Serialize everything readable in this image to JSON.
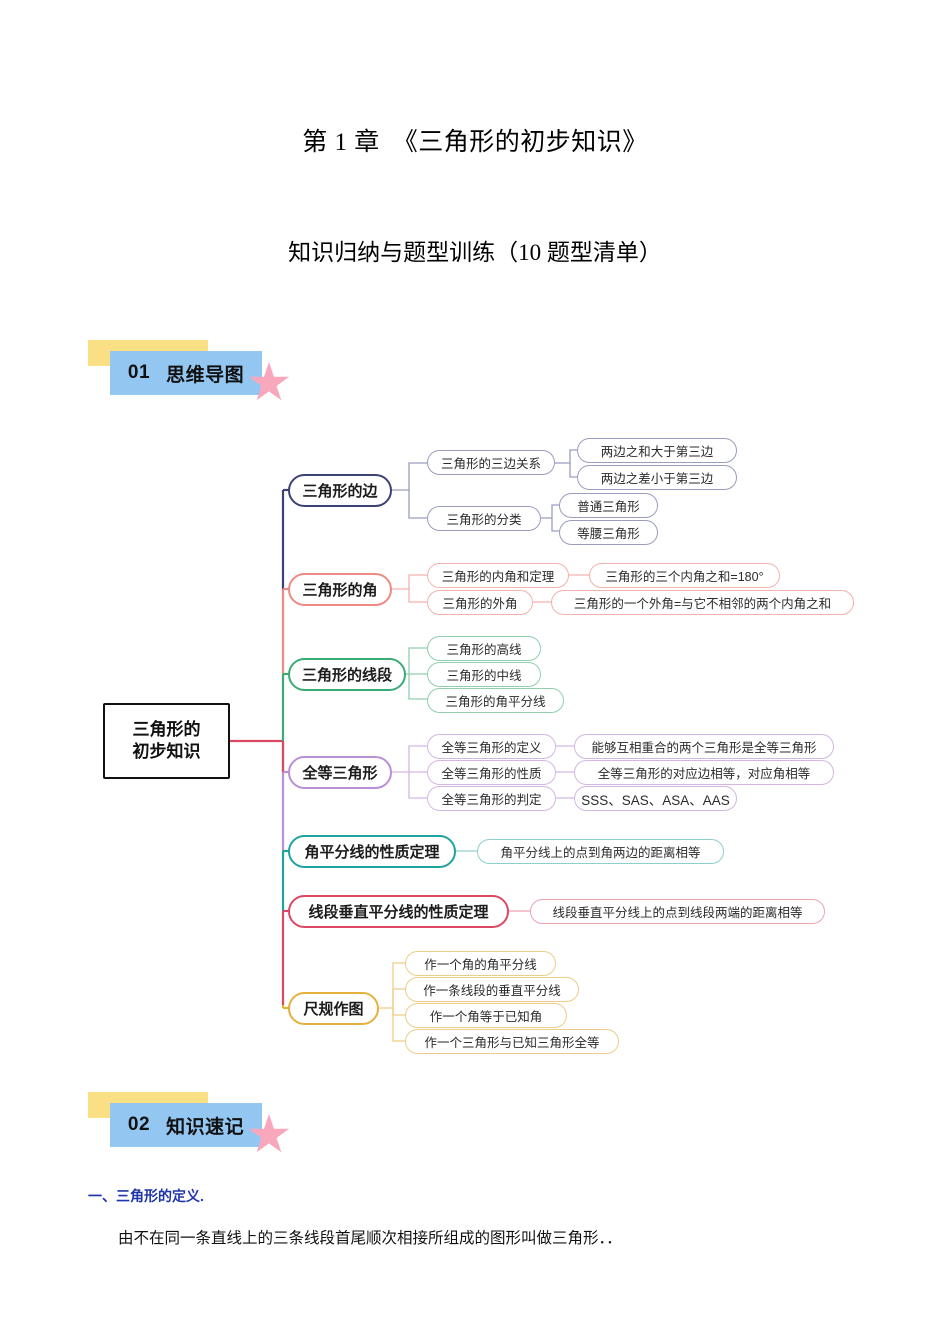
{
  "document": {
    "title": "第 1 章　《三角形的初步知识》",
    "subtitle": "知识归纳与题型训练（10 题型清单）"
  },
  "sections": [
    {
      "number": "01",
      "label": "思维导图"
    },
    {
      "number": "02",
      "label": "知识速记"
    }
  ],
  "knowledge": {
    "heading": "一、三角形的定义.",
    "body": "由不在同一条直线上的三条线段首尾顺次相接所组成的图形叫做三角形．．"
  },
  "colors": {
    "badge_yellow": "#fbdf85",
    "badge_blue": "#93c7f2",
    "star_pink": "#f9a7bd",
    "heading_blue": "#2036a8",
    "branch_bian": "#3d4276",
    "branch_jiao": "#f08a84",
    "branch_xianduan": "#3aab76",
    "branch_quandeng": "#bb8fd6",
    "branch_jiaopingfen": "#1fa3a0",
    "branch_chuizhi": "#dc4864",
    "branch_chigui": "#e4b13c"
  },
  "mindmap": {
    "root": {
      "line1": "三角形的",
      "line2": "初步知识"
    },
    "branches": [
      {
        "label": "三角形的边",
        "color": "#3d4276",
        "tint": "#9a9dc0",
        "children": [
          {
            "label": "三角形的三边关系",
            "grandchildren": [
              "两边之和大于第三边",
              "两边之差小于第三边"
            ]
          },
          {
            "label": "三角形的分类",
            "grandchildren": [
              "普通三角形",
              "等腰三角形"
            ]
          }
        ]
      },
      {
        "label": "三角形的角",
        "color": "#f08a84",
        "tint": "#f3b2ad",
        "children": [
          {
            "label": "三角形的内角和定理",
            "grandchildren": [
              "三角形的三个内角之和=180°"
            ]
          },
          {
            "label": "三角形的外角",
            "grandchildren": [
              "三角形的一个外角=与它不相邻的两个内角之和"
            ]
          }
        ]
      },
      {
        "label": "三角形的线段",
        "color": "#3aab76",
        "tint": "#8fcfae",
        "children": [
          {
            "label": "三角形的高线",
            "grandchildren": []
          },
          {
            "label": "三角形的中线",
            "grandchildren": []
          },
          {
            "label": "三角形的角平分线",
            "grandchildren": []
          }
        ]
      },
      {
        "label": "全等三角形",
        "color": "#bb8fd6",
        "tint": "#d4b6e4",
        "children": [
          {
            "label": "全等三角形的定义",
            "grandchildren": [
              "能够互相重合的两个三角形是全等三角形"
            ]
          },
          {
            "label": "全等三角形的性质",
            "grandchildren": [
              "全等三角形的对应边相等，对应角相等"
            ]
          },
          {
            "label": "全等三角形的判定",
            "grandchildren": [
              "SSS、SAS、ASA、AAS"
            ]
          }
        ]
      },
      {
        "label": "角平分线的性质定理",
        "color": "#1fa3a0",
        "tint": "#8ecfcd",
        "children": [
          {
            "label": "角平分线上的点到角两边的距离相等",
            "grandchildren": []
          }
        ]
      },
      {
        "label": "线段垂直平分线的性质定理",
        "color": "#dc4864",
        "tint": "#eda2b0",
        "children": [
          {
            "label": "线段垂直平分线上的点到线段两端的距离相等",
            "grandchildren": []
          }
        ]
      },
      {
        "label": "尺规作图",
        "color": "#e4b13c",
        "tint": "#edcd88",
        "children": [
          {
            "label": "作一个角的角平分线",
            "grandchildren": []
          },
          {
            "label": "作一条线段的垂直平分线",
            "grandchildren": []
          },
          {
            "label": "作一个角等于已知角",
            "grandchildren": []
          },
          {
            "label": "作一个三角形与已知三角形全等",
            "grandchildren": []
          }
        ]
      }
    ]
  }
}
